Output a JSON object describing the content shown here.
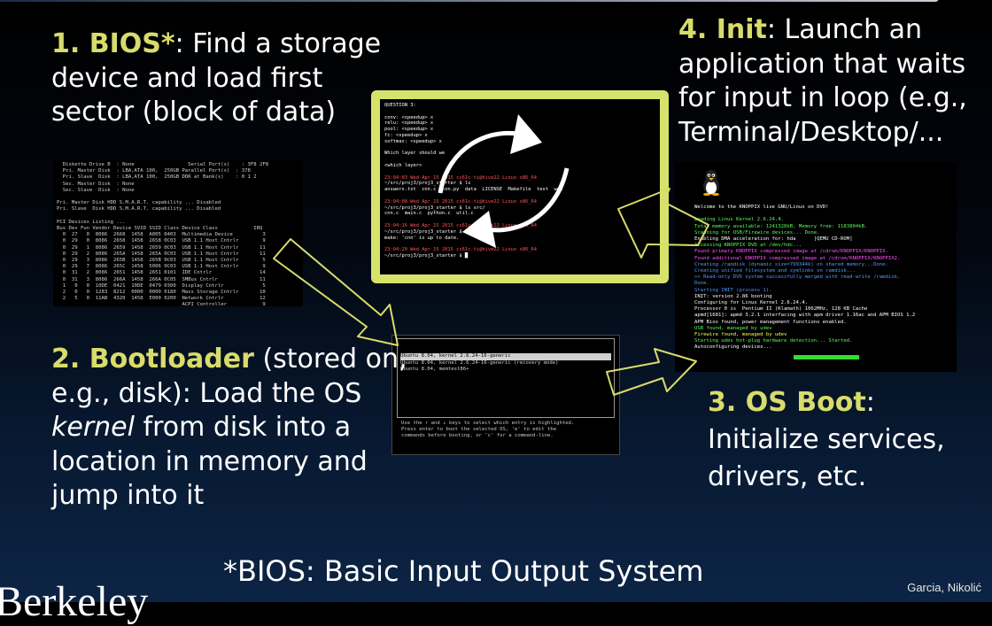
{
  "steps": {
    "bios": {
      "label": "1. BIOS*",
      "text": ": Find a storage",
      "line2": "device and load first",
      "line3": "sector (block of data)"
    },
    "bootloader": {
      "label": "2. Bootloader",
      "text": " (stored on,",
      "line2": "e.g., disk): Load the OS",
      "line3_em": "kernel",
      "line3": " from disk into a",
      "line4": "location in memory and",
      "line5": "jump into it"
    },
    "osboot": {
      "label": "3. OS Boot",
      "text": ":",
      "line2": "Initialize services,",
      "line3": "drivers, etc."
    },
    "init": {
      "label": "4. Init",
      "text": ": Launch an",
      "line2": "application that waits",
      "line3": "for input in loop (e.g.,",
      "line4": "Terminal/Desktop/..."
    }
  },
  "footer": "*BIOS: Basic Input Output System",
  "credit": "Garcia, Nikolić",
  "logo_fragment": "Berkeley",
  "colors": {
    "highlight": "#d8dc6a",
    "frame": "#d6e36a",
    "arrow_fill": "#ffffff",
    "arrow_stroke": "#d8dc6a"
  },
  "screens": {
    "bios": [
      "  Diskette Drive B  : None                  Serial Port(s)    : 3F8 2F8",
      "  Pri. Master Disk  : LBA,ATA 100,  250GB Parallel Port(s)  : 378",
      "  Pri. Slave  Disk  : LBA,ATA 100,  250GB DDR at Bank(s)    : 0 1 2",
      "  Sec. Master Disk  : None",
      "  Sec. Slave  Disk  : None",
      "",
      "Pri. Master Disk HDD S.M.A.R.T. capability ... Disabled",
      "Pri. Slave  Disk HDD S.M.A.R.T. capability ... Disabled",
      "",
      "PCI Devices Listing ...",
      "Bus Dev Fun Vendor Device SVID SSID Class Device Class            IRQ",
      "  0  27   0  8086  2668  1458  A005 0403  Multimedia Device          3",
      "  0  29   0  8086  2658  1458  2658 0C03  USB 1.1 Host Cntrlr        9",
      "  0  29   1  8086  2659  1458  2659 0C03  USB 1.1 Host Cntrlr       11",
      "  0  29   2  8086  265A  1458  265A 0C03  USB 1.1 Host Cntrlr       11",
      "  0  29   3  8086  265B  1458  265B 0C03  USB 1.1 Host Cntrlr        5",
      "  0  29   7  8086  265C  1458  5006 0C03  USB 1.1 Host Cntrlr        9",
      "  0  31   2  8086  2651  1458  2651 0101  IDE Cntrlr                14",
      "  0  31   3  8086  266A  1458  266A 0C05  SMBus Cntrlr              11",
      "  1   0   0  10DE  0421  10DE  0479 0300  Display Cntrlr             5",
      "  2   0   0  1283  8212  0000  0000 0180  Mass Storage Cntrlr       10",
      "  2   5   0  11AB  4320  1458  E000 0200  Network Cntrlr            12",
      "                                          ACPI Controller            9"
    ],
    "grub_entries": [
      "Ubuntu 8.04, kernel 2.6.24-16-generic",
      "Ubuntu 8.04, kernel 2.6.24-16-generic (recovery mode)",
      "Ubuntu 8.04, memtest86+"
    ],
    "grub_help": [
      "Use the ↑ and ↓ keys to select which entry is highlighted.",
      "Press enter to boot the selected OS, 'e' to edit the",
      "commands before booting, or 'c' for a command-line."
    ],
    "knoppix": [
      {
        "t": "Welcome to the KNOPPIX live GNU/Linux on DVD!",
        "c": "#ffffff"
      },
      {
        "t": "",
        "c": "#ffffff"
      },
      {
        "t": "Loading Linux Kernel 2.6.24.4.",
        "c": "#55ff55"
      },
      {
        "t": "Total memory available: 1241328kB, Memory free: 1183804kB.",
        "c": "#55ff55"
      },
      {
        "t": "Scanning for USB/Firewire devices... Done.",
        "c": "#55ff55"
      },
      {
        "t": "Enabling DMA acceleration for: hda      [QEMU CD-ROM]",
        "c": "#ffffff"
      },
      {
        "t": "Accessing KNOPPIX DVD at /dev/hdc...",
        "c": "#55ff55"
      },
      {
        "t": "Found primary KNOPPIX compressed image at /cdrom/KNOPPIX/KNOPPIX.",
        "c": "#ff55ff"
      },
      {
        "t": "Found additional KNOPPIX compressed image at /cdrom/KNOPPIX/KNOPPIX2.",
        "c": "#ff55ff"
      },
      {
        "t": "Creating /ramdisk (dynamic size=799344k) on shared memory...Done.",
        "c": "#5599ff"
      },
      {
        "t": "Creating unified filesystem and symlinks on ramdisk...",
        "c": "#5599ff"
      },
      {
        "t": ">> Read-only DVD system successfully merged with read-write /ramdisk.",
        "c": "#5599ff"
      },
      {
        "t": "Done.",
        "c": "#5599ff"
      },
      {
        "t": "Starting INIT (process 1).",
        "c": "#5599ff"
      },
      {
        "t": "INIT: version 2.86 booting",
        "c": "#ffffff"
      },
      {
        "t": "Configuring for Linux Kernel 2.6.24.4.",
        "c": "#ffffff"
      },
      {
        "t": "Processor 0 is  Pentium II (Klamath) 1062MHz, 128 KB Cache",
        "c": "#ffffff"
      },
      {
        "t": "apmd[1681]: apmd 3.2.1 interfacing with apm driver 1.16ac and APM BIOS 1.2",
        "c": "#ffffff"
      },
      {
        "t": "APM Bios found, power management functions enabled.",
        "c": "#ffffff"
      },
      {
        "t": "USB found, managed by udev",
        "c": "#55ff55"
      },
      {
        "t": "Firewire found, managed by udev",
        "c": "#ffff55"
      },
      {
        "t": "Starting udev hot-plug hardware detection... Started.",
        "c": "#55ff55"
      },
      {
        "t": "Autoconfiguring devices...",
        "c": "#ffffff"
      }
    ],
    "shell": [
      {
        "t": "QUESTION 3:",
        "c": "#ffffff"
      },
      {
        "t": "",
        "c": "#ffffff"
      },
      {
        "t": "conv: <speedup> x",
        "c": "#ffffff"
      },
      {
        "t": "relu: <speedup> x",
        "c": "#ffffff"
      },
      {
        "t": "pool: <speedup> x",
        "c": "#ffffff"
      },
      {
        "t": "fc: <speedup> x",
        "c": "#ffffff"
      },
      {
        "t": "softmax: <speedup> x",
        "c": "#ffffff"
      },
      {
        "t": "",
        "c": "#ffffff"
      },
      {
        "t": "Which layer should we",
        "c": "#ffffff"
      },
      {
        "t": "",
        "c": "#ffffff"
      },
      {
        "t": "<which layer>",
        "c": "#ffffff"
      },
      {
        "t": "",
        "c": "#ffffff"
      },
      {
        "t": "23:04:03 Wed Apr 15 2015 cs61c-ti@hive22 Linux x86_64",
        "c": "#ff5555"
      },
      {
        "t": "~/src/proj3/proj3_starter $ ls",
        "c": "#ffffff"
      },
      {
        "t": "answers.txt  cnn.c  cnn.py  data  LICENSE  Makefile  test  web",
        "c": "#ffffff"
      },
      {
        "t": "",
        "c": "#ffffff"
      },
      {
        "t": "23:04:08 Wed Apr 15 2015 cs61c-ti@hive22 Linux x86_64",
        "c": "#ff5555"
      },
      {
        "t": "~/src/proj3/proj3_starter $ ls src/",
        "c": "#ffffff"
      },
      {
        "t": "cnn.c  main.c  python.c  util.c",
        "c": "#ffffff"
      },
      {
        "t": "",
        "c": "#ffffff"
      },
      {
        "t": "23:04:16 Wed Apr 15 2015 cs61c-ti@hive22 Linux x86_64",
        "c": "#ff5555"
      },
      {
        "t": "~/src/proj3/proj3_starter $ make cnn",
        "c": "#ffffff"
      },
      {
        "t": "make: 'cnn' is up to date.",
        "c": "#ffffff"
      },
      {
        "t": "",
        "c": "#ffffff"
      },
      {
        "t": "23:04:20 Wed Apr 15 2015 cs61c-ti@hive22 Linux x86_64",
        "c": "#ff5555"
      },
      {
        "t": "~/src/proj3/proj3_starter $ █",
        "c": "#ffffff"
      }
    ]
  }
}
